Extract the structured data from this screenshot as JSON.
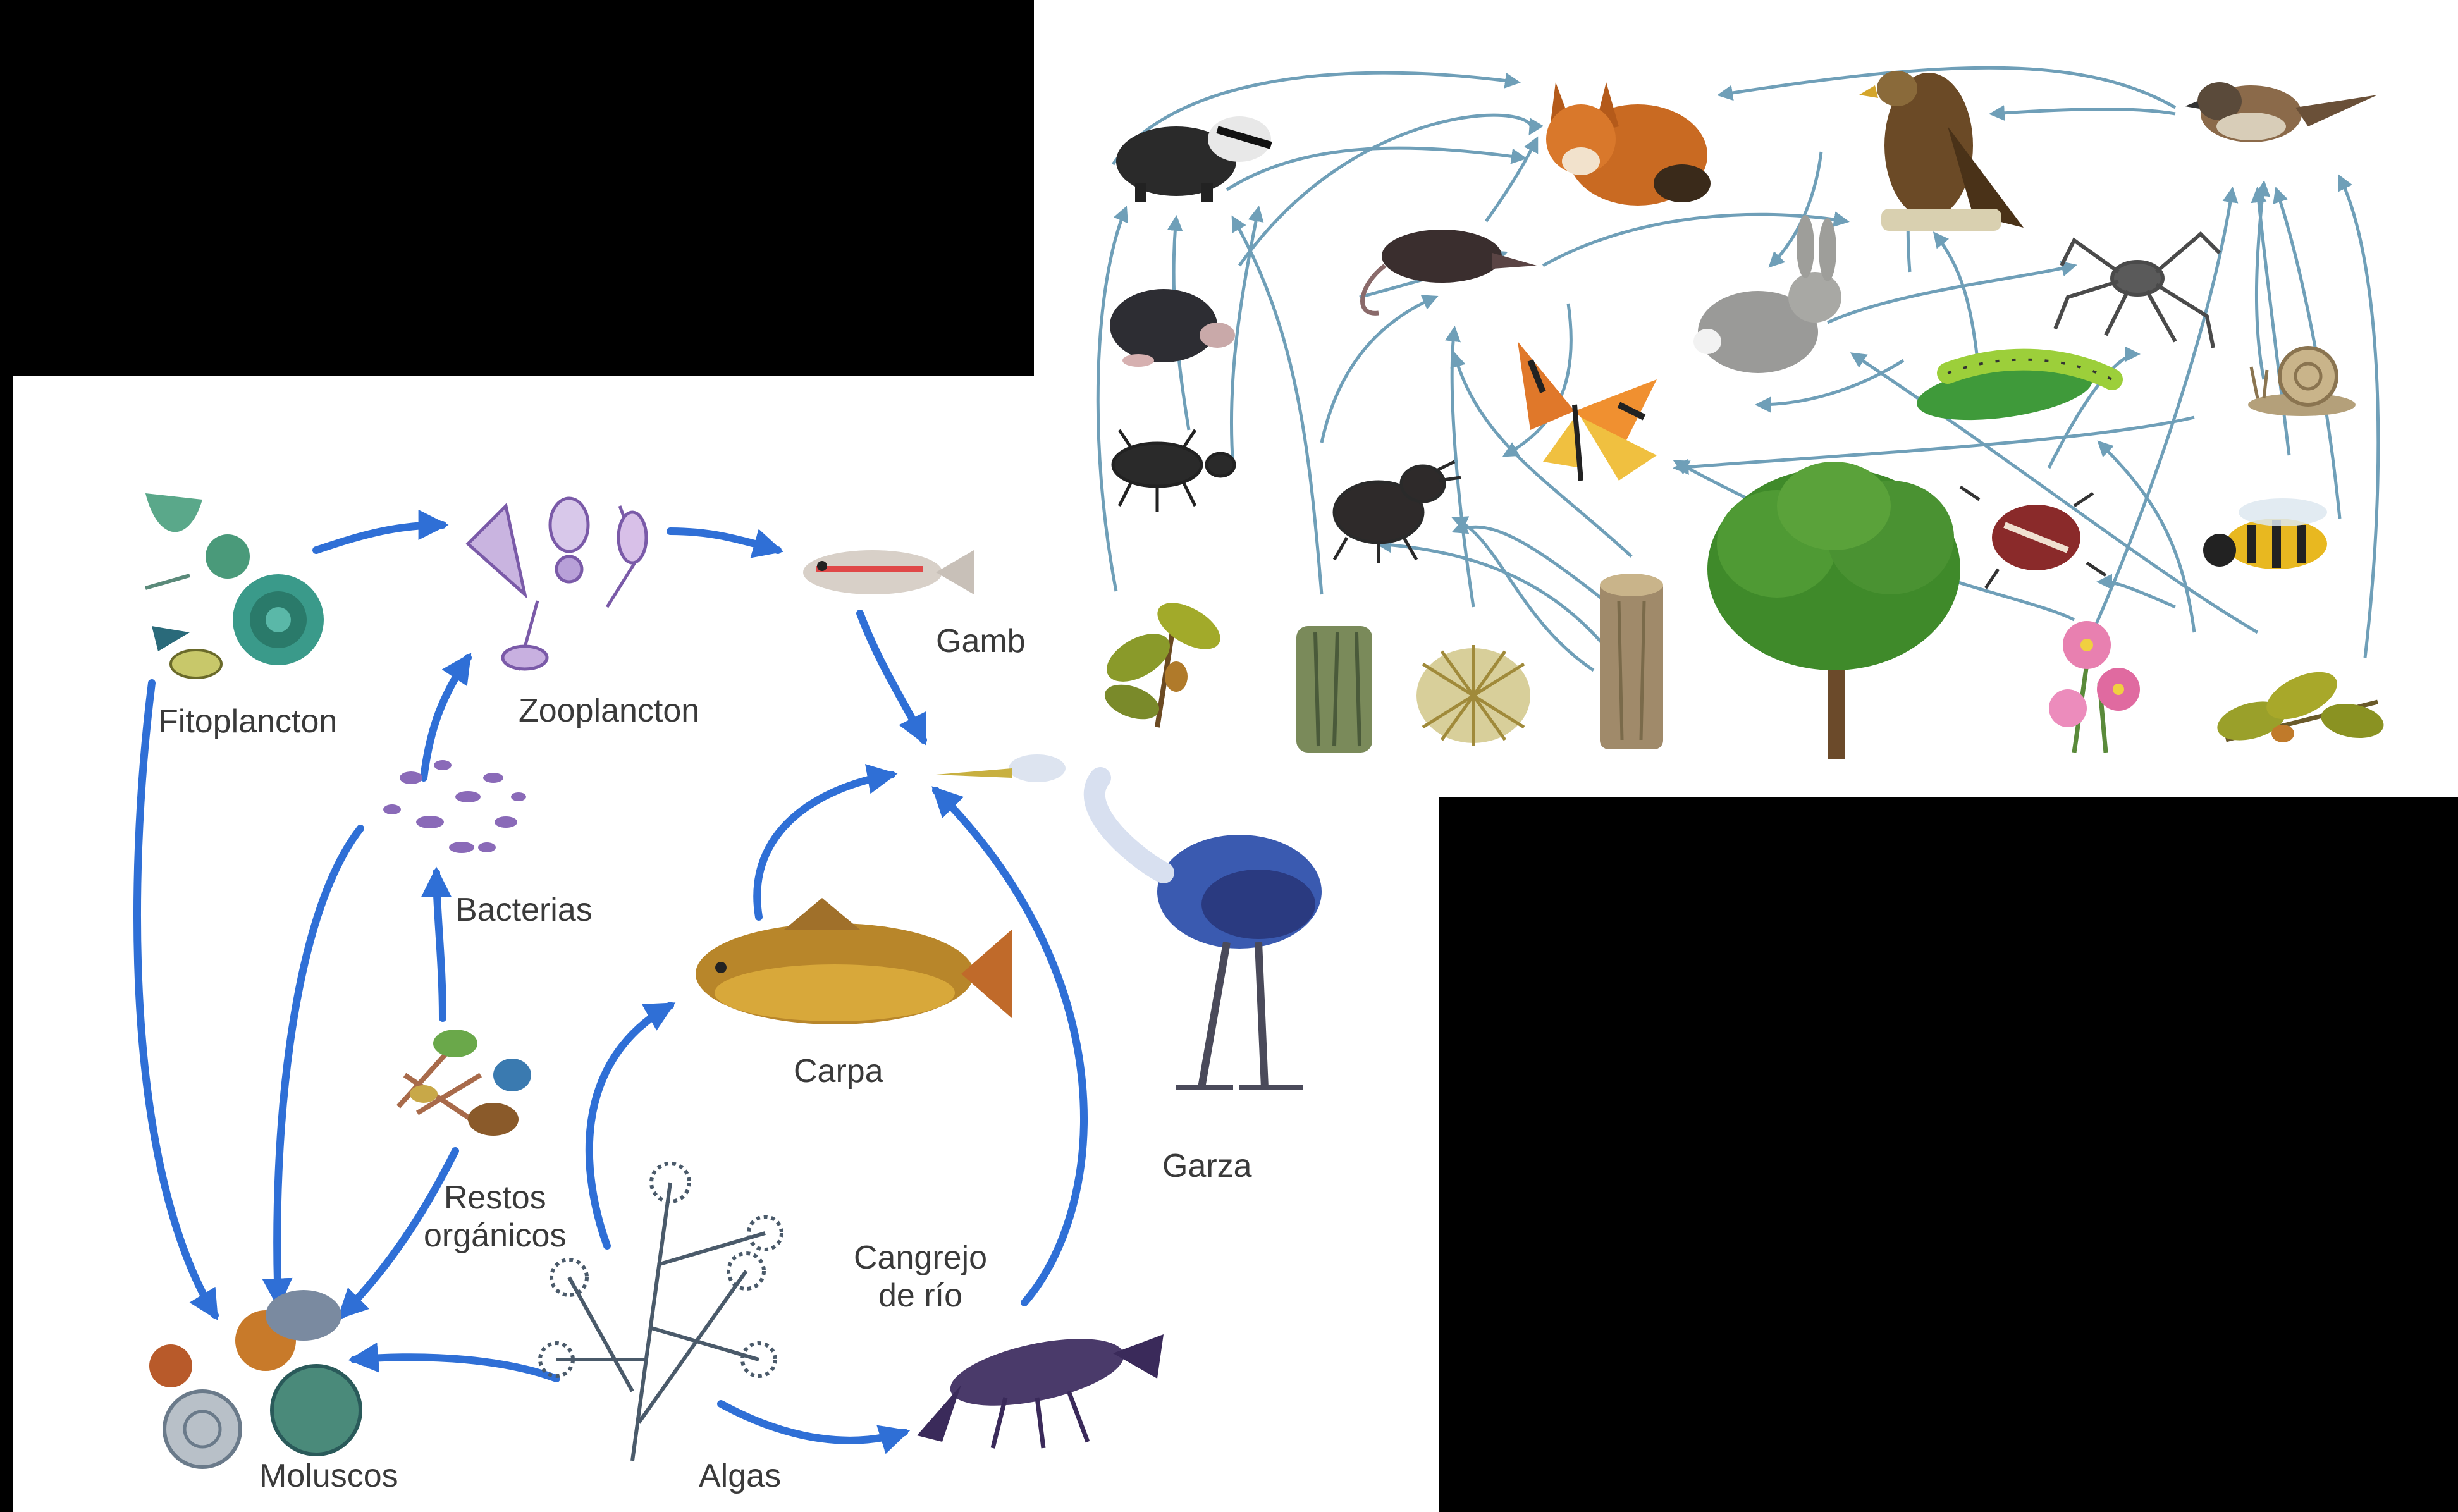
{
  "colors": {
    "background": "#000000",
    "panel": "#ffffff",
    "aquatic_arrow": "#2f6fd6",
    "terrestrial_arrow": "#6f9fb8",
    "label_text": "#3a3a3a"
  },
  "aquatic_web": {
    "labels": {
      "fitoplancton": "Fitoplancton",
      "zooplancton": "Zooplancton",
      "gamba": "Gamb",
      "bacterias": "Bacterias",
      "carpa": "Carpa",
      "garza": "Garza",
      "restos": "Restos\norgánicos",
      "cangrejo": "Cangrejo\nde río",
      "moluscos": "Moluscos",
      "algas": "Algas"
    },
    "icons": [
      "phytoplankton-icon",
      "zooplankton-icon",
      "shrimp-fish-icon",
      "bacteria-icon",
      "carp-icon",
      "heron-icon",
      "organic-debris-icon",
      "crayfish-icon",
      "snails-icon",
      "algae-icon"
    ]
  },
  "terrestrial_web": {
    "icons": [
      "badger-icon",
      "fox-icon",
      "eagle-icon",
      "sparrow-icon",
      "mole-icon",
      "shrew-icon",
      "rabbit-icon",
      "spider-icon",
      "butterfly-icon",
      "caterpillar-icon",
      "snail-icon",
      "ground-beetle-icon",
      "stag-beetle-icon",
      "shield-bug-icon",
      "wasp-icon",
      "acorn-oak-leaves-icon",
      "bark-log-icon",
      "roots-icon",
      "tree-stump-icon",
      "tree-icon",
      "flowers-icon",
      "shrub-leaves-icon"
    ]
  }
}
